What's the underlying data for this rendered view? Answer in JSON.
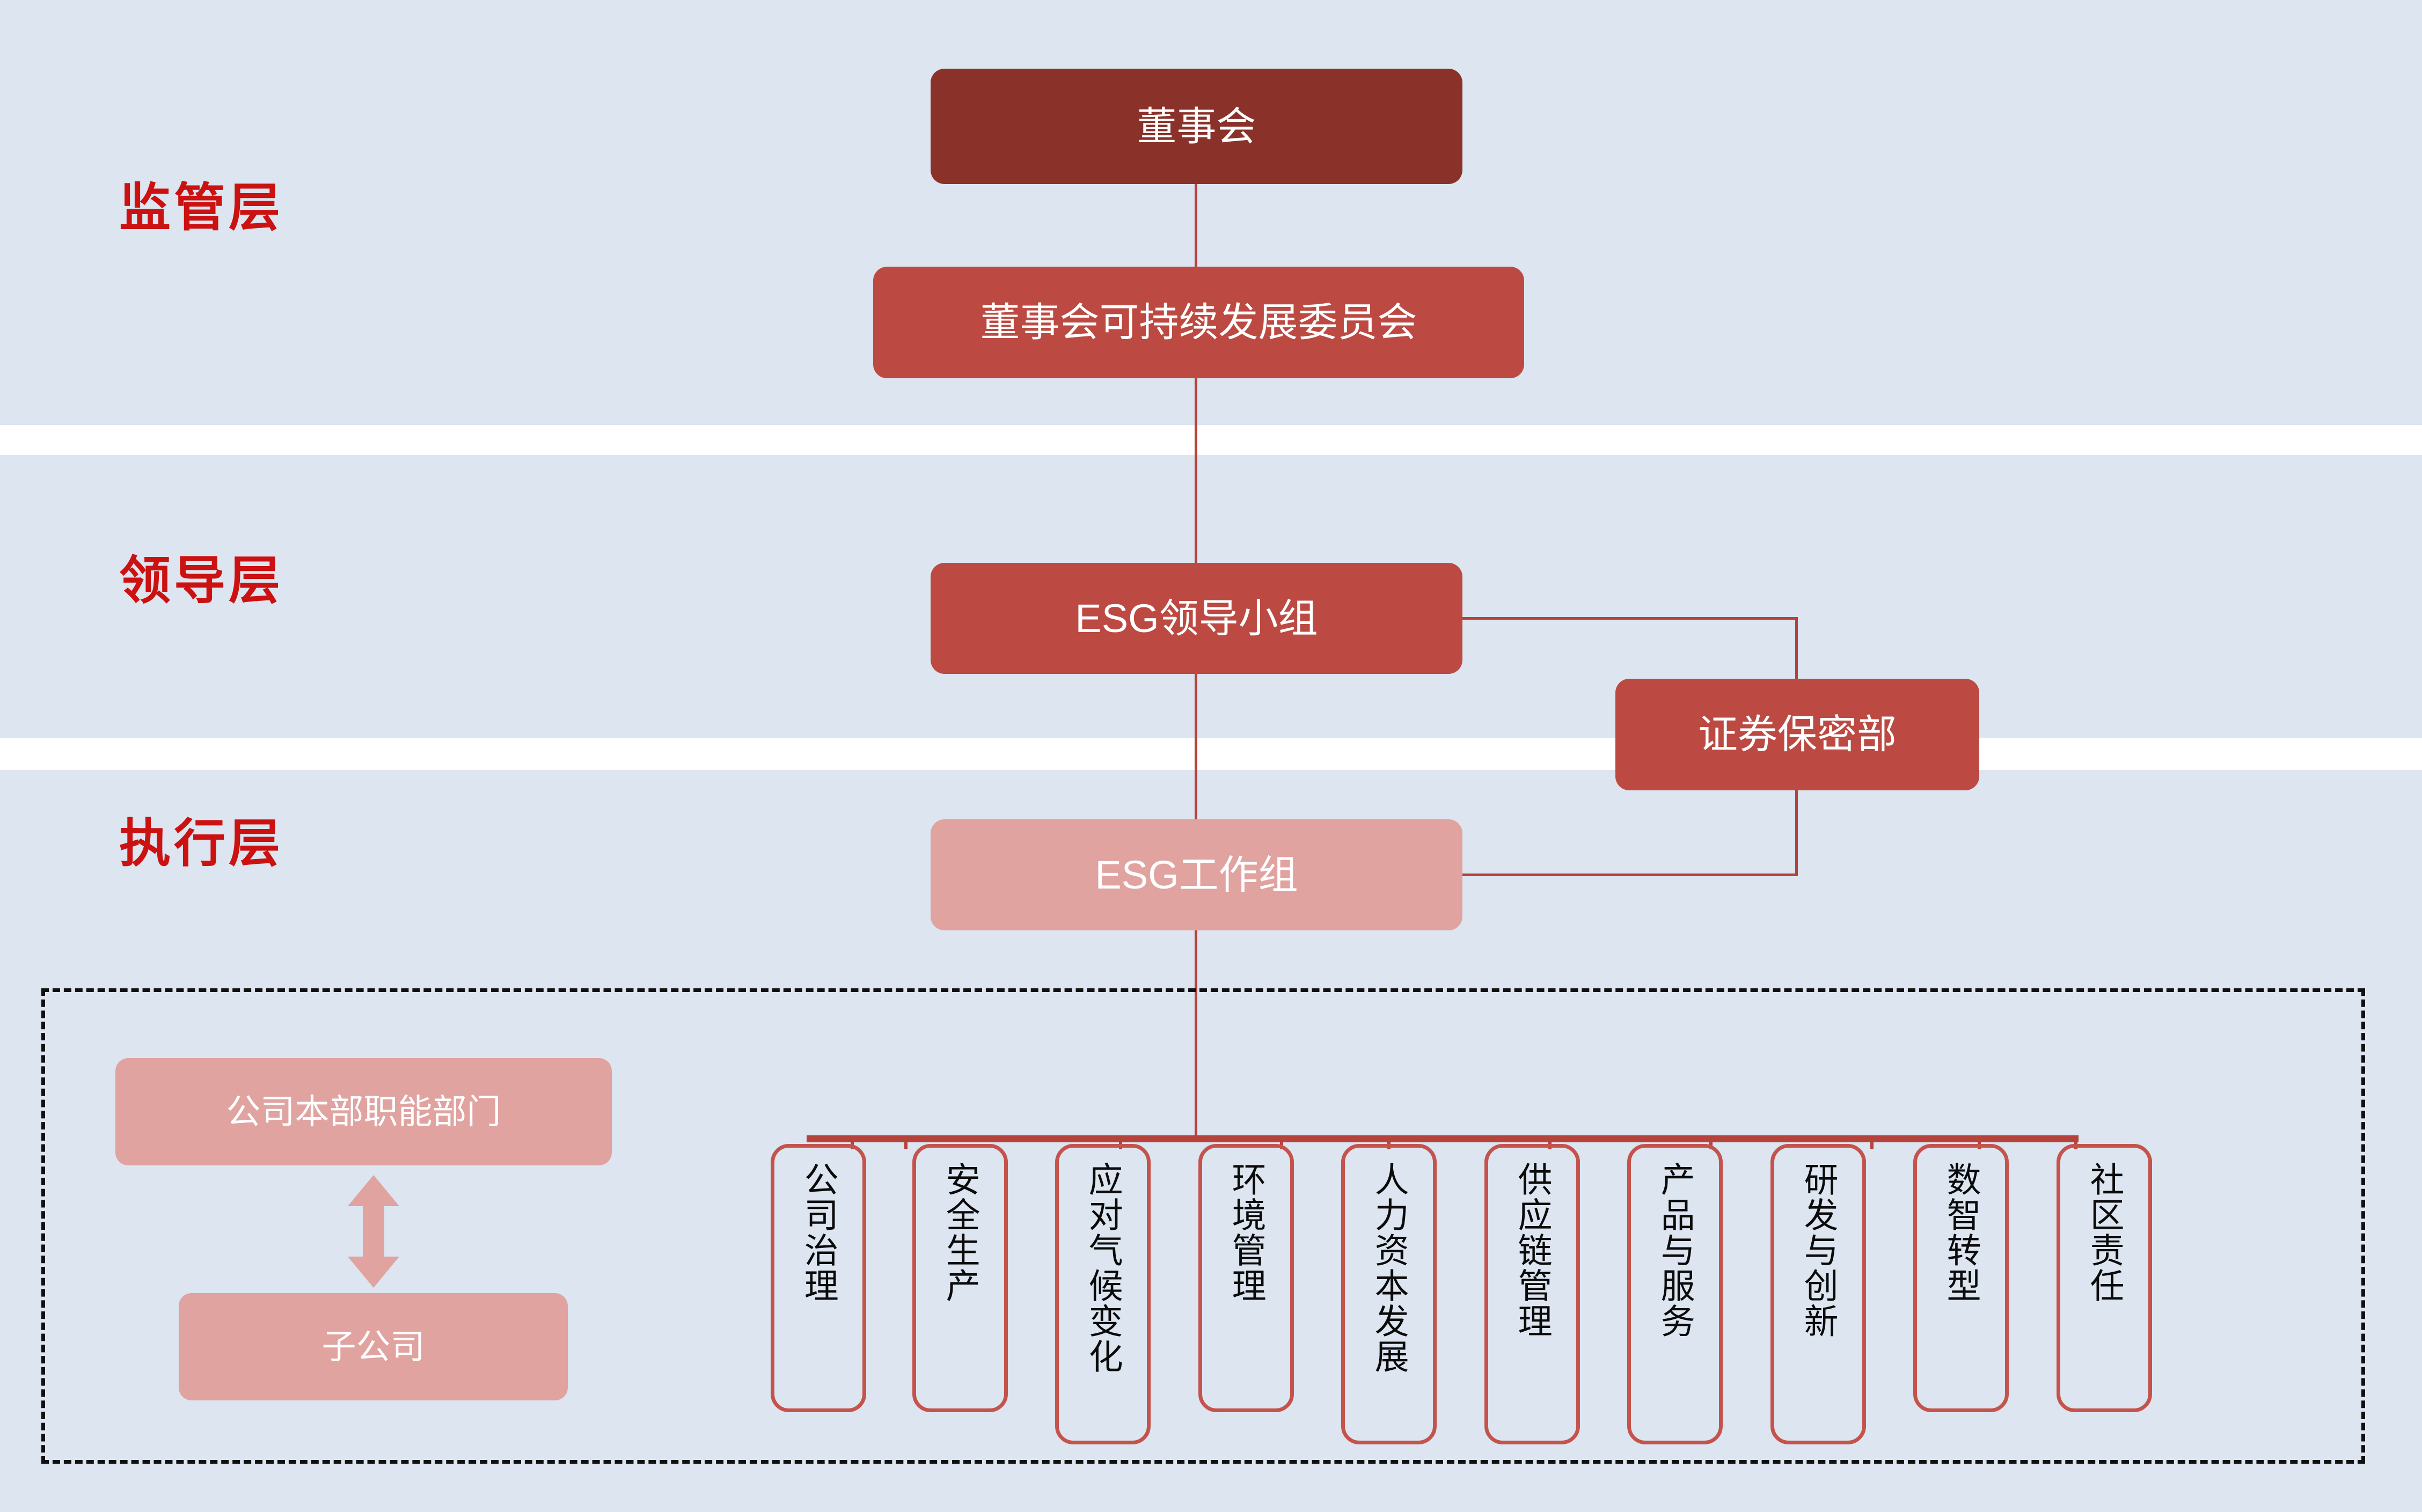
{
  "colors": {
    "background_band": "#dce5f0",
    "page_background": "#ffffff",
    "layer_title": "#cc1111",
    "node_dark": "#8a312a",
    "node_mid": "#bc4a42",
    "node_light": "#e0a3a0",
    "connector": "#b5433c",
    "topic_border": "#c4534c",
    "dashed_border": "#111111",
    "topic_text": "#0b0b0b"
  },
  "layers": [
    {
      "id": "supervisory",
      "label": "监管层"
    },
    {
      "id": "leadership",
      "label": "领导层"
    },
    {
      "id": "execution",
      "label": "执行层"
    }
  ],
  "nodes": {
    "board": "董事会",
    "committee": "董事会可持续发展委员会",
    "esg_leadership_group": "ESG领导小组",
    "securities_confidentiality_dept": "证券保密部",
    "esg_working_group": "ESG工作组",
    "hq_functional_departments": "公司本部职能部门",
    "subsidiary": "子公司"
  },
  "topics": [
    {
      "label": "公司治理"
    },
    {
      "label": "安全生产"
    },
    {
      "label": "应对气候变化"
    },
    {
      "label": "环境管理"
    },
    {
      "label": "人力资本发展"
    },
    {
      "label": "供应链管理"
    },
    {
      "label": "产品与服务"
    },
    {
      "label": "研发与创新"
    },
    {
      "label": "数智转型"
    },
    {
      "label": "社区责任"
    }
  ]
}
